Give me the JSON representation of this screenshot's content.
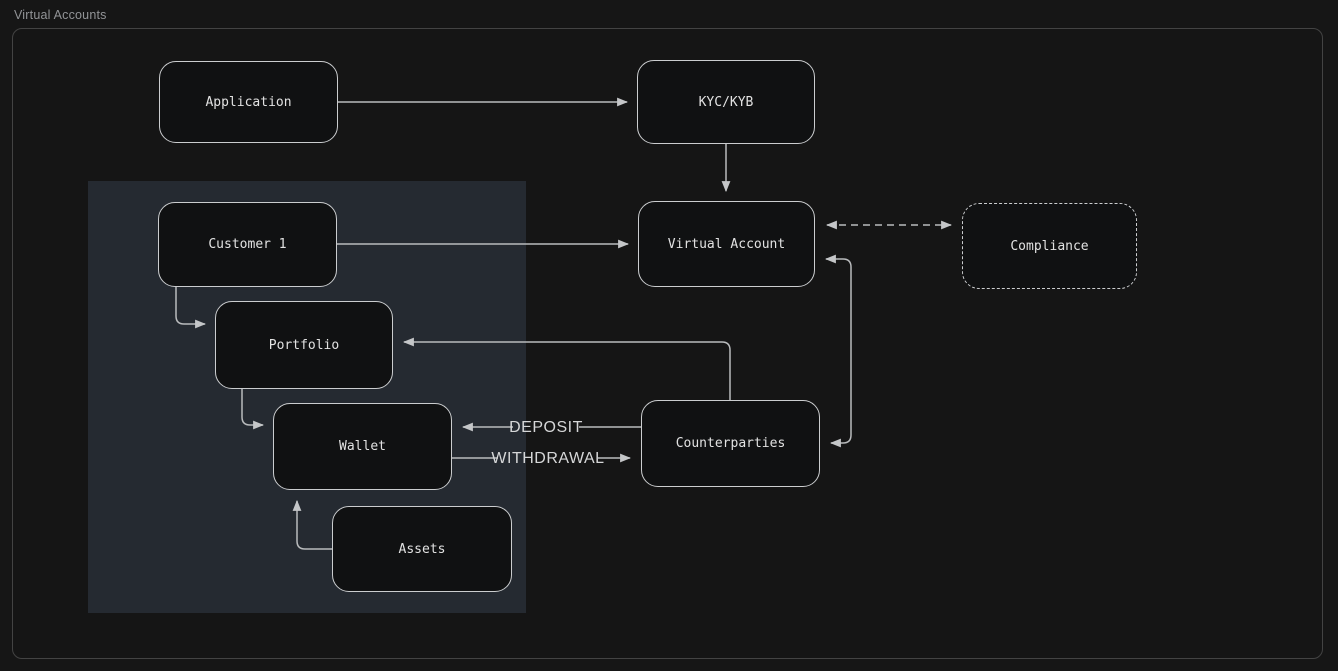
{
  "title": "Virtual Accounts",
  "diagram": {
    "nodes": {
      "application": {
        "label": "Application"
      },
      "kyc": {
        "label": "KYC/KYB"
      },
      "virtual_account": {
        "label": "Virtual Account"
      },
      "compliance": {
        "label": "Compliance",
        "border_style": "dashed"
      },
      "customer1": {
        "label": "Customer 1"
      },
      "portfolio": {
        "label": "Portfolio"
      },
      "wallet": {
        "label": "Wallet"
      },
      "counterparties": {
        "label": "Counterparties"
      },
      "assets": {
        "label": "Assets"
      }
    },
    "edge_labels": {
      "deposit": "DEPOSIT",
      "withdrawal": "WITHDRAWAL"
    },
    "edges": [
      {
        "from": "Application",
        "to": "KYC/KYB",
        "style": "solid",
        "direction": "forward"
      },
      {
        "from": "KYC/KYB",
        "to": "Virtual Account",
        "style": "solid",
        "direction": "forward"
      },
      {
        "from": "Customer 1",
        "to": "Virtual Account",
        "style": "solid",
        "direction": "forward"
      },
      {
        "from": "Virtual Account",
        "to": "Compliance",
        "style": "dashed",
        "direction": "both"
      },
      {
        "from": "Customer 1",
        "to": "Portfolio",
        "style": "solid",
        "direction": "forward"
      },
      {
        "from": "Counterparties",
        "to": "Portfolio",
        "style": "solid",
        "direction": "forward"
      },
      {
        "from": "Portfolio",
        "to": "Wallet",
        "style": "solid",
        "direction": "forward"
      },
      {
        "from": "Counterparties",
        "to": "Wallet",
        "style": "solid",
        "direction": "forward",
        "label": "DEPOSIT"
      },
      {
        "from": "Wallet",
        "to": "Counterparties",
        "style": "solid",
        "direction": "forward",
        "label": "WITHDRAWAL"
      },
      {
        "from": "Assets",
        "to": "Wallet",
        "style": "solid",
        "direction": "forward"
      },
      {
        "from": "Virtual Account",
        "to": "Counterparties",
        "style": "solid",
        "direction": "both"
      }
    ],
    "colors": {
      "canvas_bg": "#161616",
      "frame_border": "#434343",
      "group_bg": "#252a31",
      "node_bg": "#101112",
      "node_border": "#cbcdcf",
      "line": "#b9bbbd",
      "node_text": "#e2e2e2",
      "title_text": "#929497"
    }
  }
}
